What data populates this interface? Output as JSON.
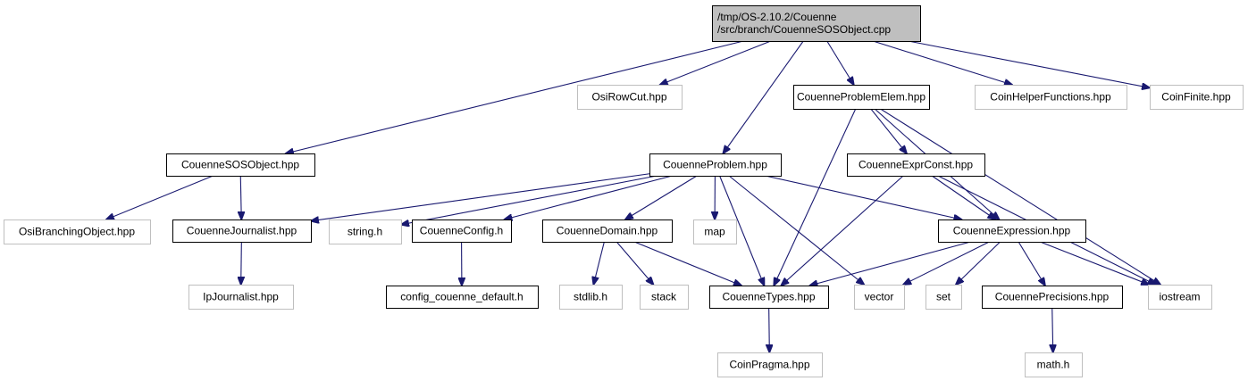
{
  "graph": {
    "nodes": [
      {
        "id": "root",
        "lines": [
          "/tmp/OS-2.10.2/Couenne",
          "/src/branch/CouenneSOSObject.cpp"
        ],
        "kind": "root"
      },
      {
        "id": "OsiRowCut",
        "lines": [
          "OsiRowCut.hpp"
        ],
        "kind": "ext"
      },
      {
        "id": "CouenneProblemElem",
        "lines": [
          "CouenneProblemElem.hpp"
        ],
        "kind": "doc"
      },
      {
        "id": "CoinHelperFunctions",
        "lines": [
          "CoinHelperFunctions.hpp"
        ],
        "kind": "ext"
      },
      {
        "id": "CoinFinite",
        "lines": [
          "CoinFinite.hpp"
        ],
        "kind": "ext"
      },
      {
        "id": "CouenneSOSObject",
        "lines": [
          "CouenneSOSObject.hpp"
        ],
        "kind": "doc"
      },
      {
        "id": "CouenneProblem",
        "lines": [
          "CouenneProblem.hpp"
        ],
        "kind": "doc"
      },
      {
        "id": "CouenneExprConst",
        "lines": [
          "CouenneExprConst.hpp"
        ],
        "kind": "doc"
      },
      {
        "id": "OsiBranchingObject",
        "lines": [
          "OsiBranchingObject.hpp"
        ],
        "kind": "ext"
      },
      {
        "id": "CouenneJournalist",
        "lines": [
          "CouenneJournalist.hpp"
        ],
        "kind": "doc"
      },
      {
        "id": "string_h",
        "lines": [
          "string.h"
        ],
        "kind": "ext"
      },
      {
        "id": "CouenneConfig",
        "lines": [
          "CouenneConfig.h"
        ],
        "kind": "doc"
      },
      {
        "id": "CouenneDomain",
        "lines": [
          "CouenneDomain.hpp"
        ],
        "kind": "doc"
      },
      {
        "id": "map",
        "lines": [
          "map"
        ],
        "kind": "ext"
      },
      {
        "id": "CouenneExpression",
        "lines": [
          "CouenneExpression.hpp"
        ],
        "kind": "doc"
      },
      {
        "id": "IpJournalist",
        "lines": [
          "IpJournalist.hpp"
        ],
        "kind": "ext"
      },
      {
        "id": "config_couenne_default",
        "lines": [
          "config_couenne_default.h"
        ],
        "kind": "doc"
      },
      {
        "id": "stdlib_h",
        "lines": [
          "stdlib.h"
        ],
        "kind": "ext"
      },
      {
        "id": "stack",
        "lines": [
          "stack"
        ],
        "kind": "ext"
      },
      {
        "id": "CouenneTypes",
        "lines": [
          "CouenneTypes.hpp"
        ],
        "kind": "doc"
      },
      {
        "id": "vector",
        "lines": [
          "vector"
        ],
        "kind": "ext"
      },
      {
        "id": "set",
        "lines": [
          "set"
        ],
        "kind": "ext"
      },
      {
        "id": "CouennePrecisions",
        "lines": [
          "CouennePrecisions.hpp"
        ],
        "kind": "doc"
      },
      {
        "id": "iostream",
        "lines": [
          "iostream"
        ],
        "kind": "ext"
      },
      {
        "id": "CoinPragma",
        "lines": [
          "CoinPragma.hpp"
        ],
        "kind": "ext"
      },
      {
        "id": "math_h",
        "lines": [
          "math.h"
        ],
        "kind": "ext"
      }
    ],
    "edges": [
      [
        "root",
        "OsiRowCut"
      ],
      [
        "root",
        "CouenneProblemElem"
      ],
      [
        "root",
        "CoinHelperFunctions"
      ],
      [
        "root",
        "CoinFinite"
      ],
      [
        "root",
        "CouenneSOSObject"
      ],
      [
        "root",
        "CouenneProblem"
      ],
      [
        "CouenneSOSObject",
        "OsiBranchingObject"
      ],
      [
        "CouenneSOSObject",
        "CouenneJournalist"
      ],
      [
        "CouenneJournalist",
        "IpJournalist"
      ],
      [
        "CouenneProblem",
        "CouenneJournalist"
      ],
      [
        "CouenneProblem",
        "string_h"
      ],
      [
        "CouenneProblem",
        "CouenneConfig"
      ],
      [
        "CouenneProblem",
        "CouenneDomain"
      ],
      [
        "CouenneProblem",
        "map"
      ],
      [
        "CouenneProblem",
        "CouenneTypes"
      ],
      [
        "CouenneProblem",
        "vector"
      ],
      [
        "CouenneProblem",
        "CouenneExpression"
      ],
      [
        "CouenneConfig",
        "config_couenne_default"
      ],
      [
        "CouenneDomain",
        "stdlib_h"
      ],
      [
        "CouenneDomain",
        "stack"
      ],
      [
        "CouenneDomain",
        "CouenneTypes"
      ],
      [
        "CouenneProblemElem",
        "CouenneExprConst"
      ],
      [
        "CouenneProblemElem",
        "CouenneTypes"
      ],
      [
        "CouenneProblemElem",
        "CouenneExpression"
      ],
      [
        "CouenneProblemElem",
        "iostream"
      ],
      [
        "CouenneExprConst",
        "CouenneTypes"
      ],
      [
        "CouenneExprConst",
        "CouenneExpression"
      ],
      [
        "CouenneExprConst",
        "iostream"
      ],
      [
        "CouenneExpression",
        "CouenneTypes"
      ],
      [
        "CouenneExpression",
        "vector"
      ],
      [
        "CouenneExpression",
        "set"
      ],
      [
        "CouenneExpression",
        "CouennePrecisions"
      ],
      [
        "CouenneExpression",
        "iostream"
      ],
      [
        "CouenneTypes",
        "CoinPragma"
      ],
      [
        "CouennePrecisions",
        "math_h"
      ]
    ]
  }
}
